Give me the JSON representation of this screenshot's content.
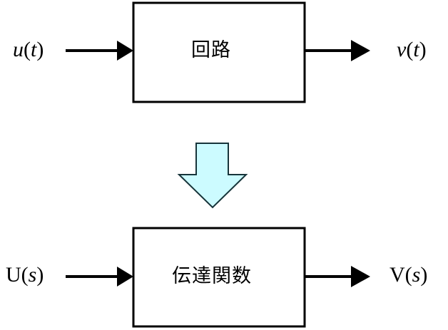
{
  "diagram": {
    "title": "Circuit to Transfer Function Block Diagram",
    "type": "block-diagram",
    "background_color": "#ffffff",
    "stroke_color": "#000000",
    "arrow_fill_color": "#ccfbff",
    "arrow_stroke_color": "#1a3a3a"
  },
  "top_row": {
    "input_label": {
      "text": "u(t)",
      "variable": "u",
      "argument": "t",
      "style": "italic-math"
    },
    "block": {
      "label": "回路",
      "reading": "kairo",
      "meaning": "circuit"
    },
    "output_label": {
      "text": "v(t)",
      "variable": "v",
      "argument": "t",
      "style": "italic-math"
    }
  },
  "transition": {
    "icon": "down-block-arrow",
    "direction": "down",
    "fill": "#ccfbff"
  },
  "bottom_row": {
    "input_label": {
      "text": "U(s)",
      "variable": "U",
      "argument": "s",
      "style": "upright-capital"
    },
    "block": {
      "label": "伝達関数",
      "reading": "dentatsu kansuu",
      "meaning": "transfer function"
    },
    "output_label": {
      "text": "V(s)",
      "variable": "V",
      "argument": "s",
      "style": "upright-capital"
    }
  }
}
